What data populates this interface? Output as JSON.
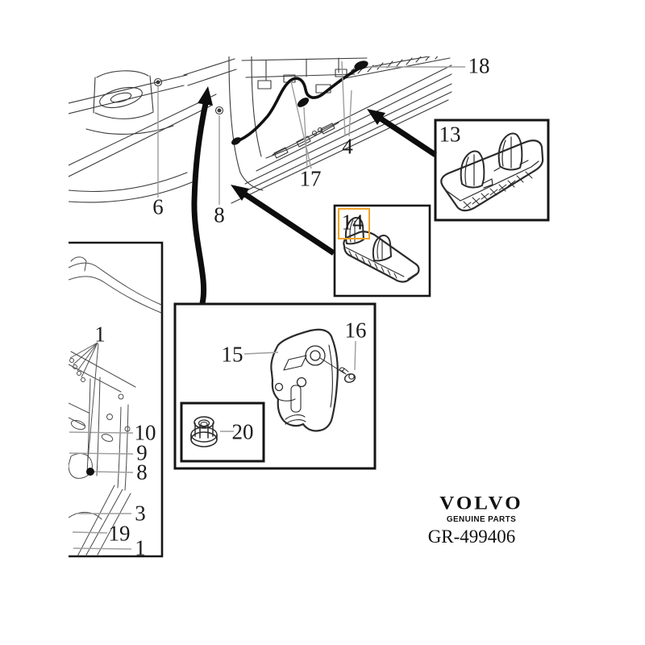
{
  "diagram": {
    "type": "parts-diagram",
    "callouts": {
      "c6": "6",
      "c8_top": "8",
      "c17": "17",
      "c4": "4",
      "c18": "18",
      "c13": "13",
      "c14": "14",
      "c15": "15",
      "c16": "16",
      "c20": "20",
      "c1_top": "1",
      "c10": "10",
      "c9": "9",
      "c8_side": "8",
      "c3": "3",
      "c19": "19",
      "c1_bottom": "1"
    },
    "highlighted_part": "14",
    "colors": {
      "highlight": "#F2A32A",
      "line": "#333333",
      "leader": "#9d9d9d",
      "arrow": "#0d0d0d"
    },
    "branding": {
      "logo": "VOLVO",
      "tagline": "GENUINE PARTS",
      "reference": "GR-499406"
    }
  }
}
